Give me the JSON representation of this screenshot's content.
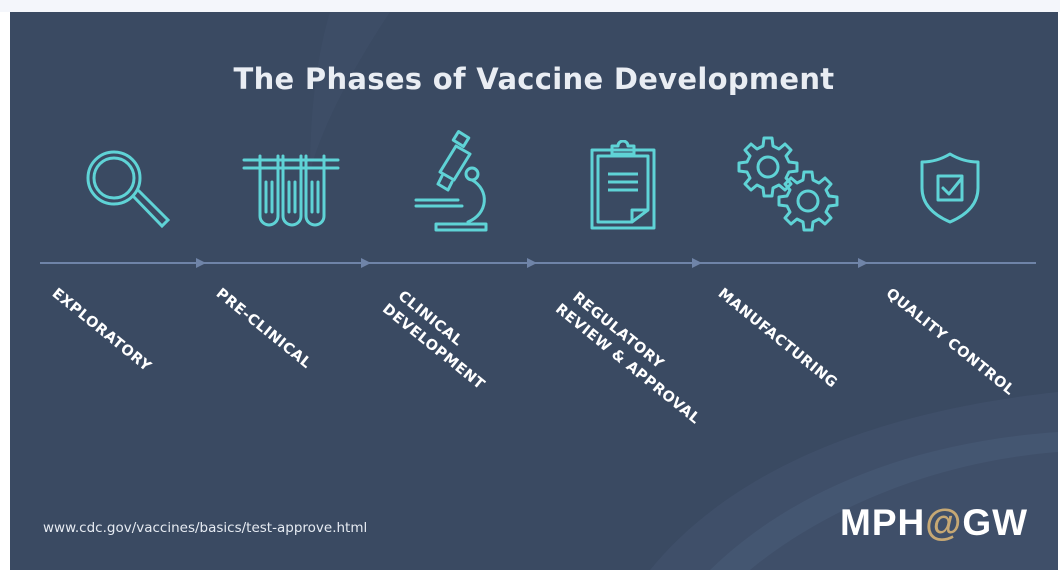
{
  "title": "The Phases of Vaccine Development",
  "phases": [
    {
      "label_lines": [
        "EXPLORATORY"
      ],
      "icon": "magnifying-glass-icon"
    },
    {
      "label_lines": [
        "PRE-CLINICAL"
      ],
      "icon": "test-tubes-icon"
    },
    {
      "label_lines": [
        "CLINICAL",
        "DEVELOPMENT"
      ],
      "icon": "microscope-icon"
    },
    {
      "label_lines": [
        "REGULATORY",
        "REVIEW & APPROVAL"
      ],
      "icon": "clipboard-icon"
    },
    {
      "label_lines": [
        "MANUFACTURING"
      ],
      "icon": "gears-icon"
    },
    {
      "label_lines": [
        "QUALITY CONTROL"
      ],
      "icon": "shield-check-icon"
    }
  ],
  "source": "www.cdc.gov/vaccines/basics/test-approve.html",
  "brand": {
    "prefix": "MPH",
    "at": "@",
    "suffix": "GW"
  },
  "colors": {
    "background": "#3a4a62",
    "icon_stroke": "#5fd3d6",
    "timeline": "#6f84a8",
    "text": "#ffffff",
    "brand_accent": "#c6a874"
  }
}
